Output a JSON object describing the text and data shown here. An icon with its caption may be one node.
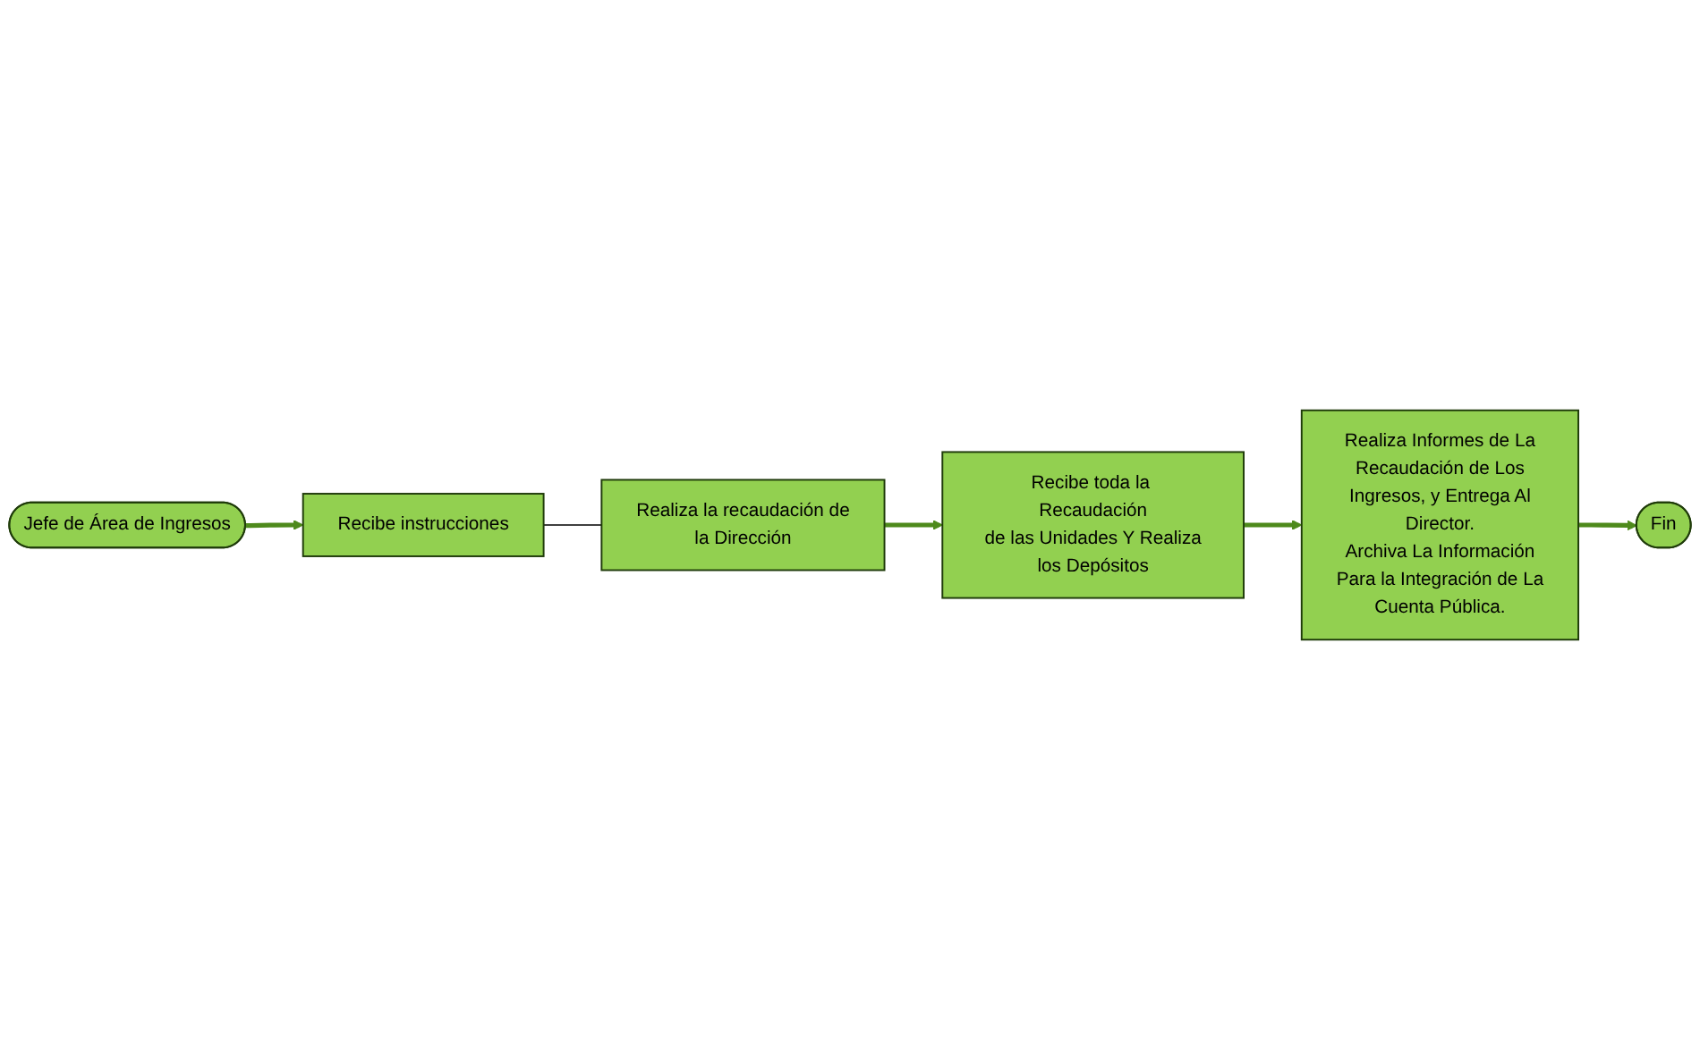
{
  "diagram": {
    "nodes": [
      {
        "text": [
          "Jefe de Área de Ingresos"
        ]
      },
      {
        "text": [
          "Recibe instrucciones"
        ]
      },
      {
        "text": [
          "Realiza la recaudación de la Dirección"
        ]
      },
      {
        "text": [
          "Recibe toda la Recaudación de las Unidades Y Realiza los Depósitos"
        ]
      },
      {
        "text": [
          "Realiza Informes de La Recaudación de Los Ingresos, y Entrega Al Director.",
          "Archiva La Información Para la Integración de La Cuenta Pública."
        ]
      },
      {
        "text": [
          "Fin"
        ]
      }
    ],
    "edges": [
      {
        "from": 0,
        "to": 1,
        "arrow": "to"
      },
      {
        "from": 1,
        "to": 2,
        "arrow": "none",
        "color": "#404040"
      },
      {
        "from": 2,
        "to": 3,
        "arrow": "to"
      },
      {
        "from": 3,
        "to": 4,
        "arrow": "to"
      },
      {
        "from": 4,
        "to": 5,
        "arrow": "to"
      }
    ]
  }
}
